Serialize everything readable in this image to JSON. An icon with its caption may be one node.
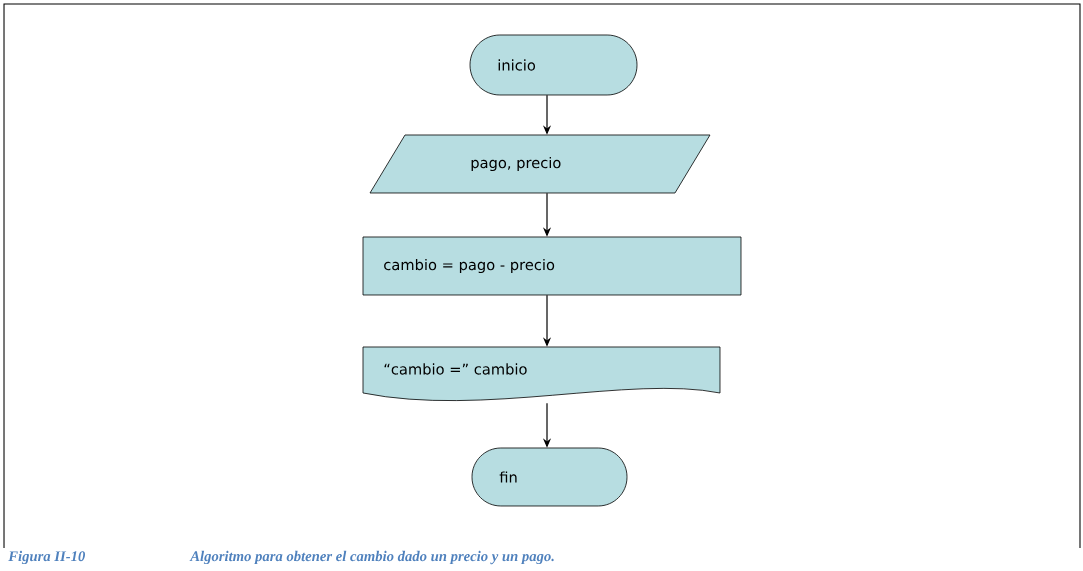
{
  "diagram": {
    "caption": "Figura II-10",
    "nodes": [
      {
        "text": [
          "inicio"
        ]
      },
      {
        "text": [
          "pago, precio"
        ]
      },
      {
        "text": [
          "cambio = pago - precio"
        ]
      },
      {
        "text": [
          "“cambio =” cambio"
        ]
      },
      {
        "text": [
          "fin"
        ]
      }
    ],
    "edges": [
      {
        "from": 0,
        "to": 1,
        "arrow": "to"
      },
      {
        "from": 1,
        "to": 2,
        "arrow": "to"
      },
      {
        "from": 2,
        "to": 3,
        "arrow": "to"
      },
      {
        "from": 3,
        "to": 4,
        "arrow": "to"
      }
    ],
    "labels": [
      "Algoritmo para obtener el cambio dado un precio y un pago."
    ]
  }
}
